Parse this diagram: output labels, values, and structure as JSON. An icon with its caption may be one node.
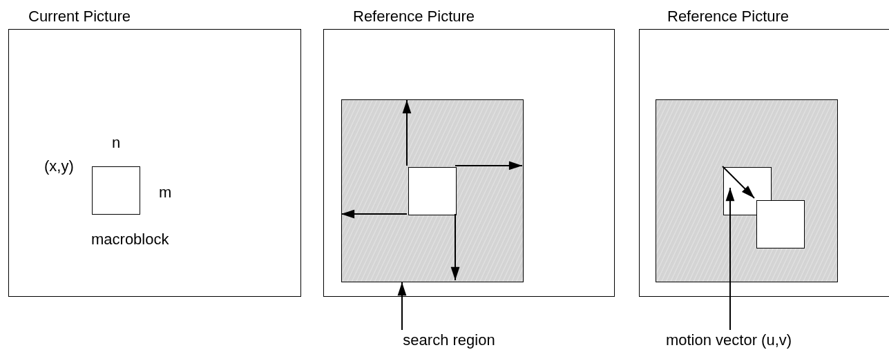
{
  "diagram": {
    "nodes": [
      {
        "text": [
          "Current Picture"
        ]
      },
      {
        "text": [],
        "shape": "box",
        "in": 0,
        "beside": [
          "(x,y)",
          "n",
          "m",
          "macroblock"
        ]
      },
      {
        "text": [
          "Reference Picture"
        ]
      },
      {
        "text": [],
        "shape": "box",
        "in": 2
      },
      {
        "text": [],
        "shape": "box",
        "in": 3
      },
      {
        "text": [
          "search region"
        ]
      },
      {
        "text": [
          "Reference Picture"
        ]
      },
      {
        "text": [],
        "shape": "box",
        "in": 6
      },
      {
        "text": [],
        "shape": "box",
        "in": 7
      },
      {
        "text": [],
        "shape": "box",
        "in": 7
      },
      {
        "text": [
          "motion vector (u,v)"
        ]
      }
    ],
    "edges": [
      {
        "from": 4,
        "to": 3,
        "arrow": "to"
      },
      {
        "from": 4,
        "to": 3,
        "arrow": "to"
      },
      {
        "from": 4,
        "to": 3,
        "arrow": "to"
      },
      {
        "from": 4,
        "to": 3,
        "arrow": "to"
      },
      {
        "from": 5,
        "to": 3,
        "arrow": "to"
      },
      {
        "from": 8,
        "to": 9,
        "arrow": "to"
      },
      {
        "from": 10,
        "to": 8,
        "arrow": "to"
      }
    ]
  }
}
